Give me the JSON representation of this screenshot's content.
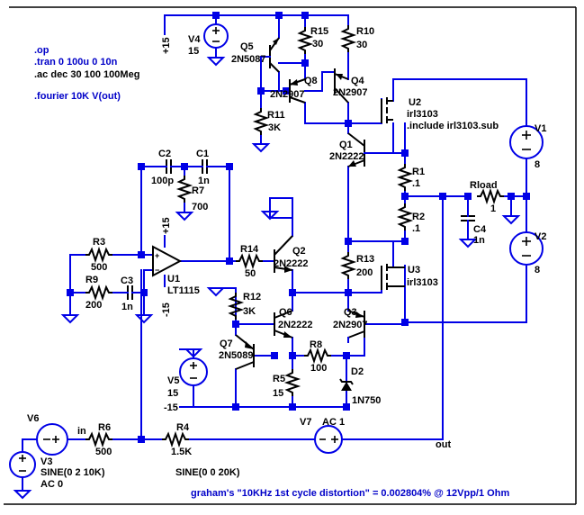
{
  "directives": {
    "op": ".op",
    "tran": ".tran 0 100u 0 10n",
    "ac": ".ac dec 30 100 100Meg",
    "fourier": ".fourier 10K V(out)"
  },
  "footer_note": "graham's \"10KHz 1st cycle distortion\" = 0.002804% @ 12Vpp/1 Ohm",
  "nets": {
    "in": "in",
    "out": "out",
    "plus15": "+15",
    "plus15_opamp": "+15",
    "minus15": "-15",
    "minus15_opamp": "-15"
  },
  "sources": {
    "V1": {
      "name": "V1",
      "value": "8"
    },
    "V2": {
      "name": "V2",
      "value": "8"
    },
    "V4": {
      "name": "V4",
      "value": "15"
    },
    "V5": {
      "name": "V5",
      "value": "15"
    },
    "V3": {
      "name": "V3",
      "line1": "SINE(0 2 10K)",
      "line2": "AC 0"
    },
    "V6": {
      "name": "V6"
    },
    "V7": {
      "name": "V7",
      "value": "AC 1",
      "line2": "SINE(0 0 20K)"
    }
  },
  "resistors": {
    "R1": {
      "name": "R1",
      "value": ".1"
    },
    "R2": {
      "name": "R2",
      "value": ".1"
    },
    "R3": {
      "name": "R3",
      "value": "500"
    },
    "R4": {
      "name": "R4",
      "value": "1.5K"
    },
    "R5": {
      "name": "R5",
      "value": "15"
    },
    "R6": {
      "name": "R6",
      "value": "500"
    },
    "R7": {
      "name": "R7",
      "value": "700"
    },
    "R8": {
      "name": "R8",
      "value": "100"
    },
    "R9": {
      "name": "R9",
      "value": "200"
    },
    "R10": {
      "name": "R10",
      "value": "30"
    },
    "R11": {
      "name": "R11",
      "value": "3K"
    },
    "R12": {
      "name": "R12",
      "value": "3K"
    },
    "R13": {
      "name": "R13",
      "value": "200"
    },
    "R14": {
      "name": "R14",
      "value": "50"
    },
    "R15": {
      "name": "R15",
      "value": "30"
    },
    "Rload": {
      "name": "Rload",
      "value": "1"
    }
  },
  "capacitors": {
    "C1": {
      "name": "C1",
      "value": "1n"
    },
    "C2": {
      "name": "C2",
      "value": "100p"
    },
    "C3": {
      "name": "C3",
      "value": "1n"
    },
    "C4": {
      "name": "C4",
      "value": "1n"
    }
  },
  "transistors": {
    "Q1": {
      "name": "Q1",
      "model": "2N2222"
    },
    "Q2": {
      "name": "Q2",
      "model": "2N2222"
    },
    "Q3": {
      "name": "Q3",
      "model": "2N2907"
    },
    "Q4": {
      "name": "Q4",
      "model": "2N2907"
    },
    "Q5": {
      "name": "Q5",
      "model": "2N5087"
    },
    "Q6": {
      "name": "Q6",
      "model": "2N2222"
    },
    "Q7": {
      "name": "Q7",
      "model": "2N5089"
    },
    "Q8": {
      "name": "Q8",
      "model": "2N2907"
    }
  },
  "mosfets": {
    "U2": {
      "name": "U2",
      "model": "irl3103",
      "include": ".include irl3103.sub"
    },
    "U3": {
      "name": "U3",
      "model": "irl3103"
    }
  },
  "opamp": {
    "name": "U1",
    "model": "LT1115"
  },
  "diode": {
    "name": "D2",
    "model": "1N750"
  }
}
